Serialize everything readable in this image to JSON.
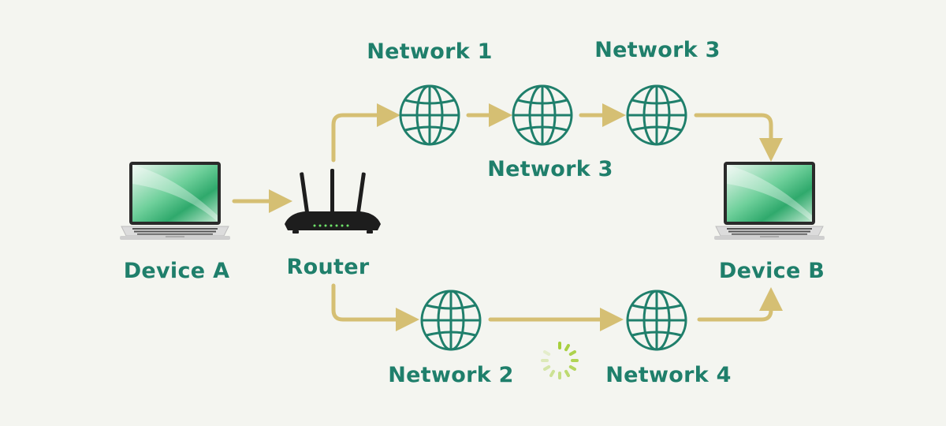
{
  "devices": {
    "device_a": "Device A",
    "device_b": "Device B",
    "router": "Router"
  },
  "networks": {
    "top_1": "Network 1",
    "top_3": "Network 3",
    "middle": "Network 3",
    "bottom_2": "Network 2",
    "bottom_4": "Network 4"
  },
  "colors": {
    "label": "#1f7f6b",
    "globe": "#1f7f6b",
    "arrow": "#d5bf73",
    "background": "#f4f5f0",
    "screen_green": "#4bbf86",
    "spinner": "#a6cf3b"
  },
  "icons": {
    "network": "globe-icon",
    "device": "laptop-icon",
    "router": "wifi-router-icon",
    "loading": "loading-spinner-icon"
  }
}
